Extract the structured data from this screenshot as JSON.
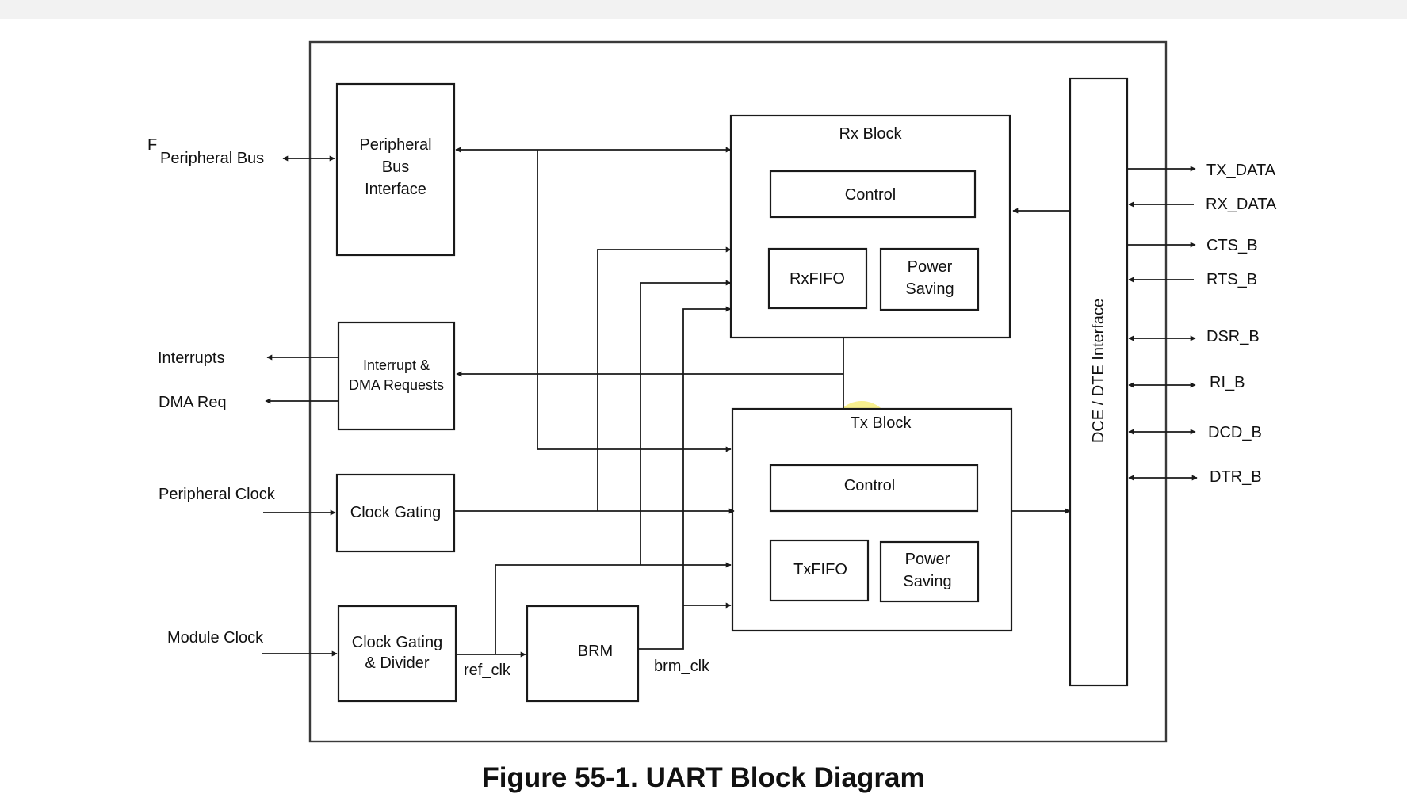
{
  "caption": "Figure 55-1. UART Block Diagram",
  "blocks": {
    "peripheral_bus_interface": [
      "Peripheral",
      "Bus",
      "Interface"
    ],
    "interrupt_dma": [
      "Interrupt &",
      "DMA Requests"
    ],
    "clock_gating": "Clock Gating",
    "clock_gating_divider": [
      "Clock Gating",
      "& Divider"
    ],
    "brm": "BRM",
    "rx_block": {
      "title": "Rx Block",
      "control": "Control",
      "fifo": "RxFIFO",
      "power_saving": [
        "Power",
        "Saving"
      ]
    },
    "tx_block": {
      "title": "Tx Block",
      "control": "Control",
      "fifo": "TxFIFO",
      "power_saving": [
        "Power",
        "Saving"
      ]
    },
    "dce_dte": "DCE / DTE Interface"
  },
  "left_signals": {
    "peripheral_bus": "Peripheral Bus",
    "interrupts": "Interrupts",
    "dma_req": "DMA Req",
    "peripheral_clock": "Peripheral Clock",
    "module_clock": "Module Clock"
  },
  "internal_signals": {
    "ref_clk": "ref_clk",
    "brm_clk": "brm_clk"
  },
  "right_signals": [
    "TX_DATA",
    "RX_DATA",
    "CTS_B",
    "RTS_B",
    "DSR_B",
    "RI_B",
    "DCD_B",
    "DTR_B"
  ],
  "stray_marks": [
    "F"
  ],
  "highlight_color": "#f5eb6a"
}
